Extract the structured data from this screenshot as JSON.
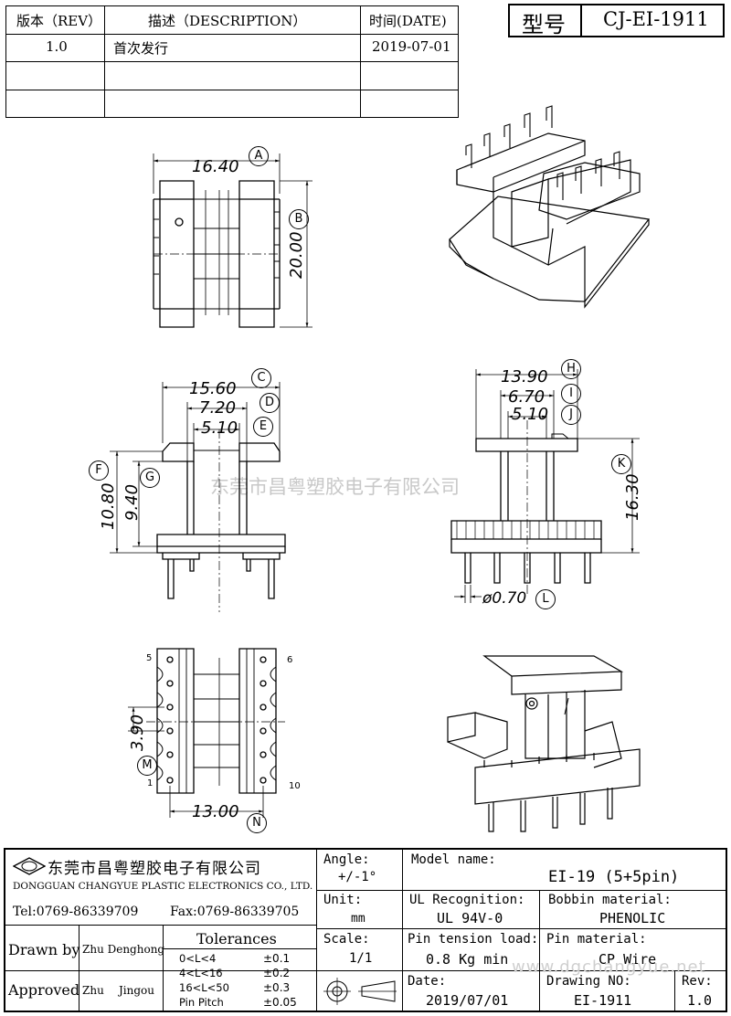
{
  "revision_table": {
    "headers": {
      "rev": "版本（REV）",
      "desc": "描述（DESCRIPTION）",
      "date": "时间(DATE)"
    },
    "rows": [
      {
        "rev": "1.0",
        "desc": "首次发行",
        "date": "2019-07-01"
      }
    ]
  },
  "model_box": {
    "label": "型号",
    "value": "CJ-EI-1911"
  },
  "drawing": {
    "dims": {
      "A": "16.40",
      "B": "20.00",
      "C": "15.60",
      "D": "7.20",
      "E": "5.10",
      "F": "10.80",
      "G": "9.40",
      "H": "13.90",
      "I": "6.70",
      "J": "5.10",
      "K": "16.30",
      "L": "ø0.70",
      "M": "3.90",
      "N": "13.00"
    },
    "letters": [
      "A",
      "B",
      "C",
      "D",
      "E",
      "F",
      "G",
      "H",
      "I",
      "J",
      "K",
      "L",
      "M",
      "N"
    ],
    "pin_labels": {
      "p5": "5",
      "p6": "6",
      "p1": "1",
      "p10": "10"
    },
    "watermark": "东莞市昌粤塑胶电子有限公司"
  },
  "title_block": {
    "company_cn": "东莞市昌粤塑胶电子有限公司",
    "company_en": "DONGGUAN CHANGYUE PLASTIC ELECTRONICS CO., LTD.",
    "tel": "Tel:0769-86339709",
    "fax": "Fax:0769-86339705",
    "drawn_by_label": "Drawn by",
    "drawn_by": "Zhu Denghong",
    "approved_label": "Approved",
    "approved_by_1": "Zhu",
    "approved_by_2": "Jingou",
    "tolerances_label": "Tolerances",
    "tolerances": [
      {
        "range": "0<L<4",
        "value": "±0.1"
      },
      {
        "range": "4<L<16",
        "value": "±0.2"
      },
      {
        "range": "16<L<50",
        "value": "±0.3"
      },
      {
        "range": "Pin Pitch",
        "value": "±0.05"
      }
    ],
    "angle_label": "Angle:",
    "angle_value": "+/-1°",
    "unit_label": "Unit:",
    "unit_value": "mm",
    "scale_label": "Scale:",
    "scale_value": "1/1",
    "model_name_label": "Model name:",
    "model_name": "EI-19 (5+5pin)",
    "ul_label": "UL Recognition:",
    "ul_value": "UL 94V-0",
    "bobbin_label": "Bobbin material:",
    "bobbin_value": "PHENOLIC",
    "pin_tension_label": "Pin tension load:",
    "pin_tension_value": "0.8 Kg min",
    "pin_material_label": "Pin material:",
    "pin_material_value": "CP Wire",
    "date_label": "Date:",
    "date_value": "2019/07/01",
    "drawing_no_label": "Drawing NO:",
    "drawing_no": "EI-1911",
    "rev_label": "Rev:",
    "rev_value": "1.0",
    "website": "www.dgchangyue.net"
  }
}
